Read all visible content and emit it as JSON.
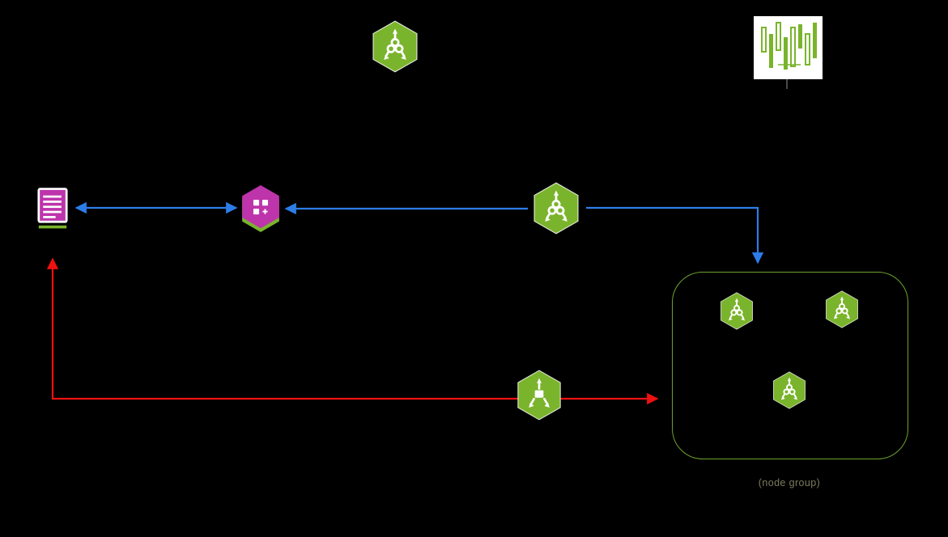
{
  "colors": {
    "background": "#000000",
    "hex-green": "#7ab42c",
    "magenta": "#bd34ab",
    "arrow-blue": "#2d7de9",
    "arrow-red": "#ee1111",
    "group-border": "#6da32d",
    "label-text": "#7c7c5c"
  },
  "diagram": {
    "node_group": {
      "label": "(node group)"
    },
    "icons": {
      "top": "kubernetes-service-hexagon-icon",
      "top_right": "waveform-metrics-icon",
      "left": "form-list-app-icon",
      "registry": "container-registry-hexagon-icon",
      "center": "kubernetes-service-hexagon-icon",
      "workload": "container-workload-hexagon-icon",
      "node_group_members": [
        "kubernetes-node-hexagon-icon",
        "kubernetes-node-hexagon-icon",
        "kubernetes-node-hexagon-icon"
      ]
    },
    "connectors": [
      "blue-bidirectional-form-to-registry",
      "blue-registry-from-service",
      "blue-service-to-node-group",
      "red-workload-line-node-group-to-form"
    ]
  }
}
